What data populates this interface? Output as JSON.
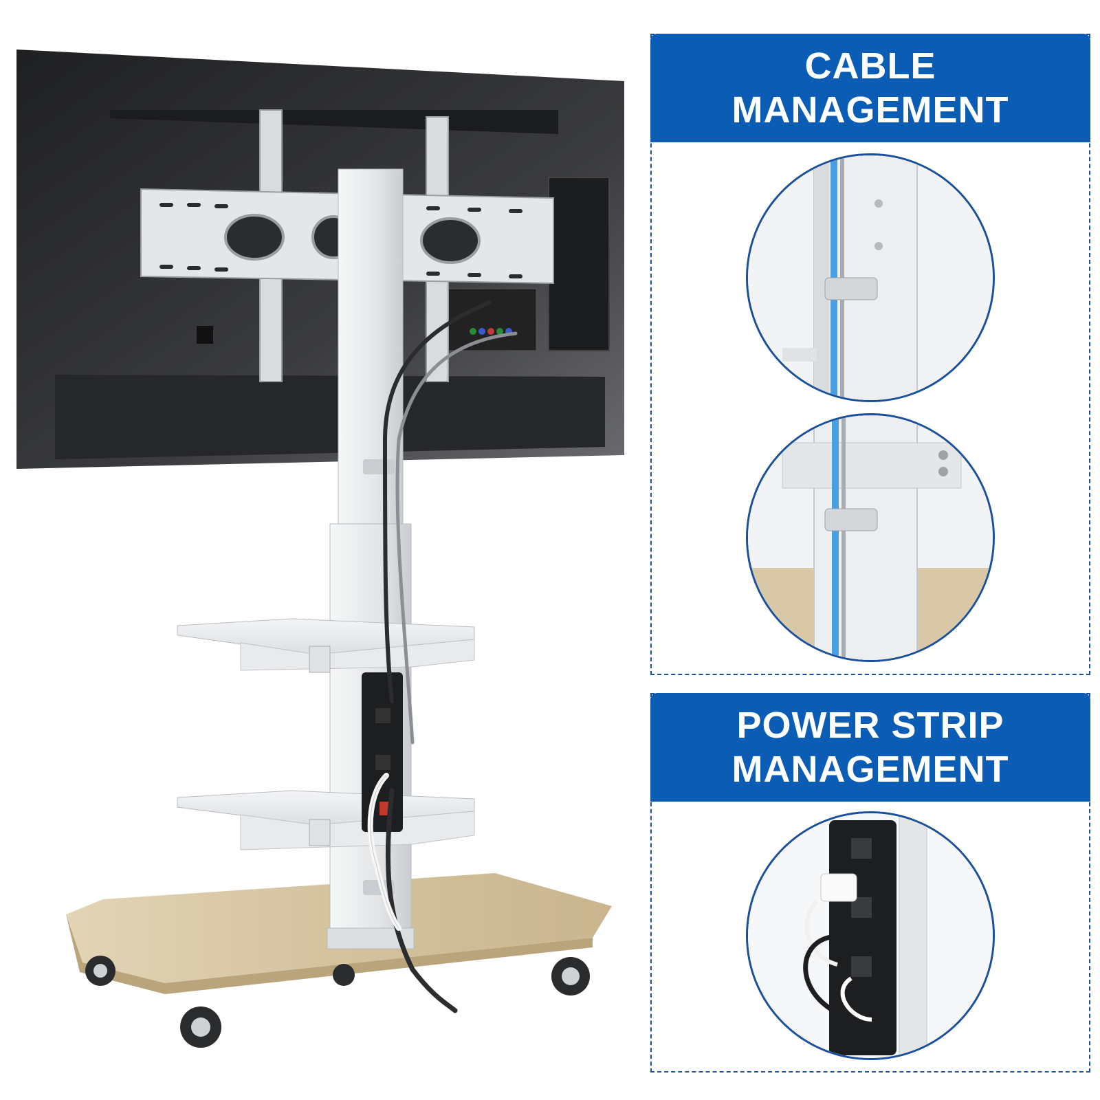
{
  "callouts": {
    "cable": {
      "line1": "CABLE",
      "line2": "MANAGEMENT"
    },
    "power": {
      "line1": "POWER STRIP",
      "line2": "MANAGEMENT"
    }
  },
  "colors": {
    "banner_blue": "#0b5cb4",
    "border_blue": "#1a4f9c",
    "tv_black": "#2c2d2f",
    "stand_white": "#eceeef",
    "wood": "#d8c8a8",
    "cable_blue": "#4a9fe0"
  }
}
